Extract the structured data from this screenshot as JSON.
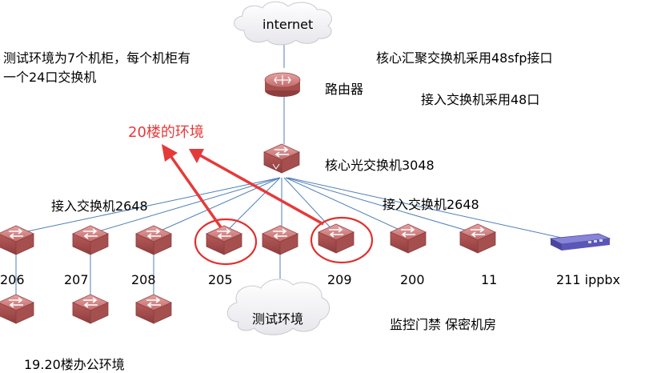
{
  "cloud_internet": "internet",
  "cloud_test": "测试环境",
  "router_label": "路由器",
  "core_switch_label": "核心光交换机3048",
  "note_left_line1": "测试环境为7个机柜，每个机柜有",
  "note_left_line2": "一个24口交换机",
  "note_right_1": "核心汇聚交换机采用48sfp接口",
  "note_right_2": "接入交换机采用48口",
  "env_20f": "20楼的环境",
  "access_left": "接入交换机2648",
  "access_right": "接入交换机2648",
  "switches": [
    "206",
    "207",
    "208",
    "205",
    "209",
    "200",
    "11",
    "211 ippbx"
  ],
  "monitor_label": "监控门禁 保密机房",
  "office_label": "19.20楼办公环境",
  "colors": {
    "device_red": "#c96b6b",
    "line_blue": "#4f7fb8",
    "arrow_red": "#e53a3a",
    "highlight_red": "#e0302f",
    "pbx_blue": "#5b57b8"
  }
}
